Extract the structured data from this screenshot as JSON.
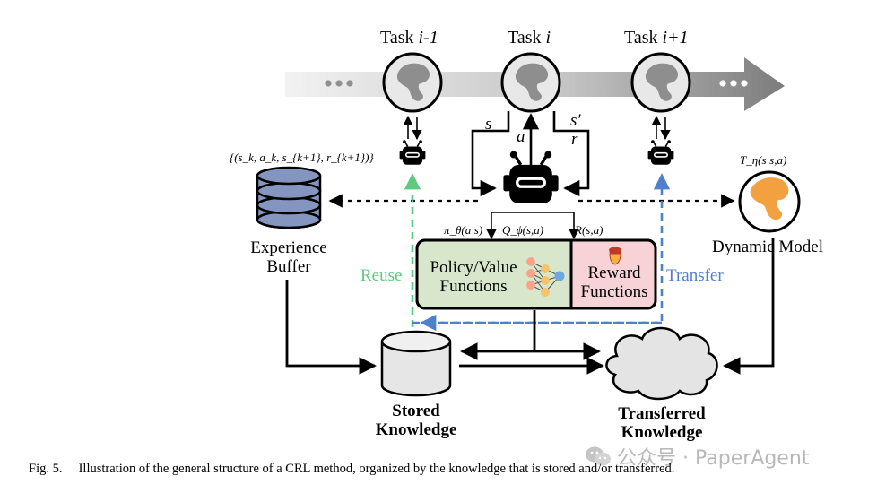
{
  "tasks": {
    "prev": {
      "label": "Task",
      "index": "i-1"
    },
    "curr": {
      "label": "Task",
      "index": "i"
    },
    "next": {
      "label": "Task",
      "index": "i+1"
    }
  },
  "signals": {
    "s": "s",
    "a": "a",
    "s_prime": "s′",
    "r": "r"
  },
  "math": {
    "buffer_tuple": "{(s_k, a_k, s_{k+1}, r_{k+1})}",
    "policy": "π_θ(a|s)",
    "q_value": "Q_ϕ(s,a)",
    "reward": "R(s,a)",
    "dynamics": "T_η(s|s,a)"
  },
  "components": {
    "experience_buffer": [
      "Experience",
      "Buffer"
    ],
    "policy_value": [
      "Policy/Value",
      "Functions"
    ],
    "reward_functions": [
      "Reward",
      "Functions"
    ],
    "dynamic_model": "Dynamic Model",
    "stored_knowledge": [
      "Stored",
      "Knowledge"
    ],
    "transferred_knowledge": [
      "Transferred",
      "Knowledge"
    ]
  },
  "edges": {
    "reuse": "Reuse",
    "transfer": "Transfer"
  },
  "colors": {
    "reuse": "#5cc97e",
    "transfer": "#4f80cc",
    "policy_fill": "#d8e6cc",
    "reward_fill": "#f7d2d6",
    "buffer_fill": "#8496bf",
    "model_orange": "#f2a040"
  },
  "caption": "Fig. 5.  Illustration of the general structure of a CRL method, organized by the knowledge that is stored and/or transferred.",
  "watermark": "公众号 · PaperAgent"
}
